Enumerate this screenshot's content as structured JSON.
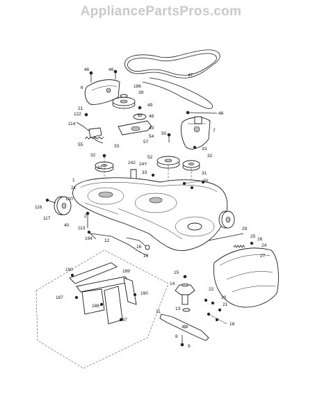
{
  "watermark": "AppliancePartsPros.com",
  "callouts": [
    {
      "id": "c46a",
      "text": "46"
    },
    {
      "id": "c46b",
      "text": "46"
    },
    {
      "id": "c6",
      "text": "6"
    },
    {
      "id": "c186",
      "text": "186"
    },
    {
      "id": "c39",
      "text": "39"
    },
    {
      "id": "c47",
      "text": "47"
    },
    {
      "id": "c49",
      "text": "49"
    },
    {
      "id": "c46c",
      "text": "46"
    },
    {
      "id": "c21a",
      "text": "21"
    },
    {
      "id": "c122",
      "text": "122"
    },
    {
      "id": "c48",
      "text": "48"
    },
    {
      "id": "c114",
      "text": "114"
    },
    {
      "id": "c43",
      "text": "43"
    },
    {
      "id": "c7",
      "text": "7"
    },
    {
      "id": "c54",
      "text": "54"
    },
    {
      "id": "c50",
      "text": "50"
    },
    {
      "id": "c57",
      "text": "57"
    },
    {
      "id": "c55",
      "text": "55"
    },
    {
      "id": "c33a",
      "text": "33"
    },
    {
      "id": "c33b",
      "text": "33"
    },
    {
      "id": "c32a",
      "text": "32"
    },
    {
      "id": "c52",
      "text": "52"
    },
    {
      "id": "c32b",
      "text": "32"
    },
    {
      "id": "c242",
      "text": "242"
    },
    {
      "id": "c24y",
      "text": "24Y"
    },
    {
      "id": "c31a",
      "text": "31"
    },
    {
      "id": "c33c",
      "text": "33"
    },
    {
      "id": "c31b",
      "text": "31"
    },
    {
      "id": "c1",
      "text": "1"
    },
    {
      "id": "c30",
      "text": "30"
    },
    {
      "id": "c21b",
      "text": "21"
    },
    {
      "id": "c116",
      "text": "116"
    },
    {
      "id": "c120",
      "text": "120"
    },
    {
      "id": "c117",
      "text": "117"
    },
    {
      "id": "c40",
      "text": "40"
    },
    {
      "id": "c113",
      "text": "113"
    },
    {
      "id": "c2",
      "text": "2"
    },
    {
      "id": "c29",
      "text": "29"
    },
    {
      "id": "c25",
      "text": "25"
    },
    {
      "id": "c26",
      "text": "26"
    },
    {
      "id": "c24",
      "text": "24"
    },
    {
      "id": "c27",
      "text": "27"
    },
    {
      "id": "c194",
      "text": "194"
    },
    {
      "id": "c12",
      "text": "12"
    },
    {
      "id": "c16",
      "text": "16"
    },
    {
      "id": "c19",
      "text": "19"
    },
    {
      "id": "c190a",
      "text": "190"
    },
    {
      "id": "c189",
      "text": "189"
    },
    {
      "id": "c15",
      "text": "15"
    },
    {
      "id": "c187",
      "text": "187"
    },
    {
      "id": "c188",
      "text": "188"
    },
    {
      "id": "c190b",
      "text": "190"
    },
    {
      "id": "c14",
      "text": "14"
    },
    {
      "id": "c22",
      "text": "22"
    },
    {
      "id": "c20",
      "text": "20"
    },
    {
      "id": "c21c",
      "text": "21"
    },
    {
      "id": "c187b",
      "text": "187"
    },
    {
      "id": "c13",
      "text": "13"
    },
    {
      "id": "c11",
      "text": "11"
    },
    {
      "id": "c18",
      "text": "18"
    },
    {
      "id": "c8",
      "text": "8"
    },
    {
      "id": "c9",
      "text": "9"
    }
  ]
}
